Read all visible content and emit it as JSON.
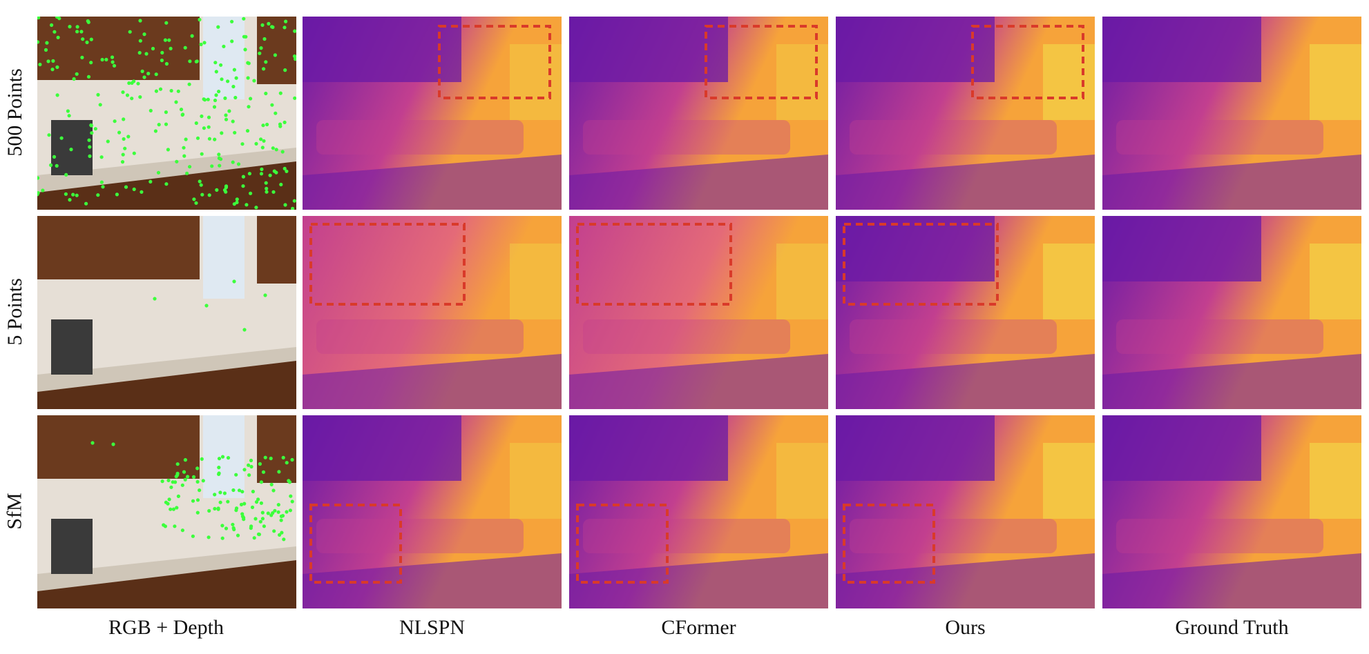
{
  "columns": [
    {
      "id": "rgb",
      "label": "RGB + Depth"
    },
    {
      "id": "nlspn",
      "label": "NLSPN"
    },
    {
      "id": "cformer",
      "label": "CFormer"
    },
    {
      "id": "ours",
      "label": "Ours"
    },
    {
      "id": "gt",
      "label": "Ground Truth"
    }
  ],
  "rows": [
    {
      "id": "500pts",
      "label": "500 Points"
    },
    {
      "id": "5pts",
      "label": "5 Points"
    },
    {
      "id": "sfm",
      "label": "SfM"
    }
  ],
  "colors": {
    "depth_near": "#6a1aa6",
    "depth_mid": "#c23f8f",
    "depth_far": "#f6a33a",
    "depth_farthest": "#f2e24a",
    "highlight_box": "#d93a2a",
    "sparse_point": "#3cff3c",
    "cabinet_wood": "#6b3a1e",
    "backsplash_tile": "#e6dfd6",
    "window_light": "#dfe9f2"
  }
}
